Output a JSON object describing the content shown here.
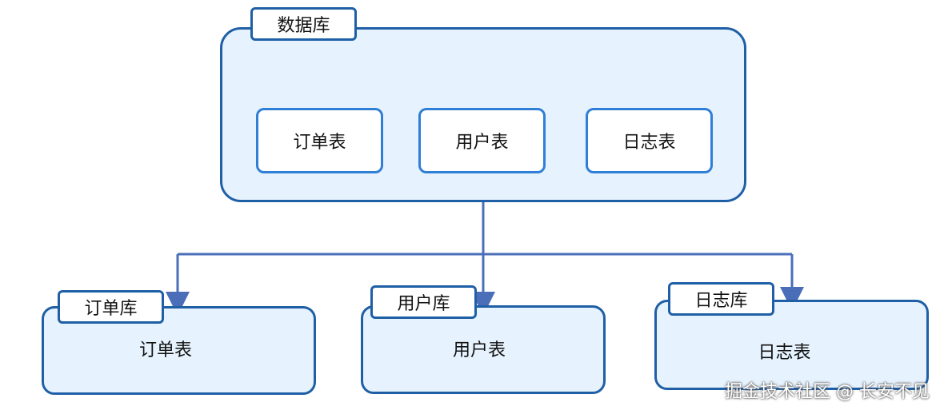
{
  "database": {
    "tag": "数据库",
    "tables": [
      "订单表",
      "用户表",
      "日志表"
    ]
  },
  "shards": [
    {
      "tag": "订单库",
      "table": "订单表"
    },
    {
      "tag": "用户库",
      "table": "用户表"
    },
    {
      "tag": "日志库",
      "table": "日志表"
    }
  ],
  "watermark": "掘金技术社区 @ 长安不见",
  "colors": {
    "border": "#1f5fa6",
    "fill": "#e6f2fd",
    "inner_border": "#2f7fd6",
    "edge": "#4a6fb8"
  }
}
